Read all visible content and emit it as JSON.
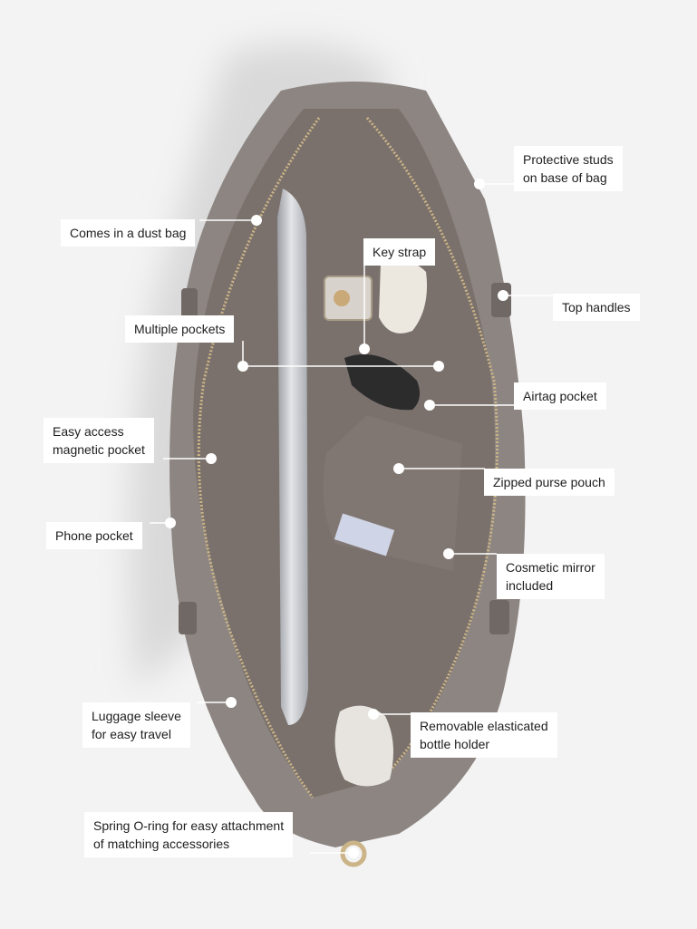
{
  "colors": {
    "background": "#f3f3f3",
    "bag_body": "#8c8581",
    "bag_interior": "#7a716c",
    "laptop_silver": "#c9cbd0",
    "zipper_gold": "#cbb487",
    "label_bg": "#ffffff",
    "label_text": "#1e1e1e"
  },
  "labels": {
    "protective_studs": [
      "Protective studs",
      "on base of bag"
    ],
    "dust_bag": [
      "Comes in a dust bag"
    ],
    "key_strap": [
      "Key strap"
    ],
    "top_handles": [
      "Top handles"
    ],
    "multiple_pockets": [
      "Multiple pockets"
    ],
    "airtag_pocket": [
      "Airtag pocket"
    ],
    "magnetic_pocket": [
      "Easy access",
      "magnetic pocket"
    ],
    "zipped_purse": [
      "Zipped purse pouch"
    ],
    "phone_pocket": [
      "Phone pocket"
    ],
    "cosmetic_mirror": [
      "Cosmetic mirror",
      "included"
    ],
    "luggage_sleeve": [
      "Luggage sleeve",
      "for easy travel"
    ],
    "bottle_holder": [
      "Removable elasticated",
      "bottle holder"
    ],
    "o_ring": [
      "Spring O-ring for easy attachment",
      "of matching accessories"
    ]
  }
}
